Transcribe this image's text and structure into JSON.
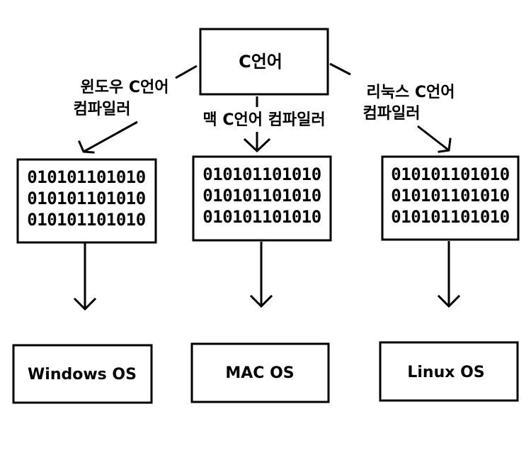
{
  "root": {
    "label": "C언어"
  },
  "compilers": [
    {
      "label_line1": "윈도우 C언어",
      "label_line2": "컴파일러"
    },
    {
      "label_line1": "맥 C언어 컴파일러"
    },
    {
      "label_line1": "리눅스 C언어",
      "label_line2": "컴파일러"
    }
  ],
  "binaries": [
    {
      "lines": [
        "010101101010",
        "010101101010",
        "010101101010"
      ]
    },
    {
      "lines": [
        "010101101010",
        "010101101010",
        "010101101010"
      ]
    },
    {
      "lines": [
        "010101101010",
        "010101101010",
        "010101101010"
      ]
    }
  ],
  "os": [
    {
      "label": "Windows OS"
    },
    {
      "label": "MAC OS"
    },
    {
      "label": "Linux OS"
    }
  ]
}
